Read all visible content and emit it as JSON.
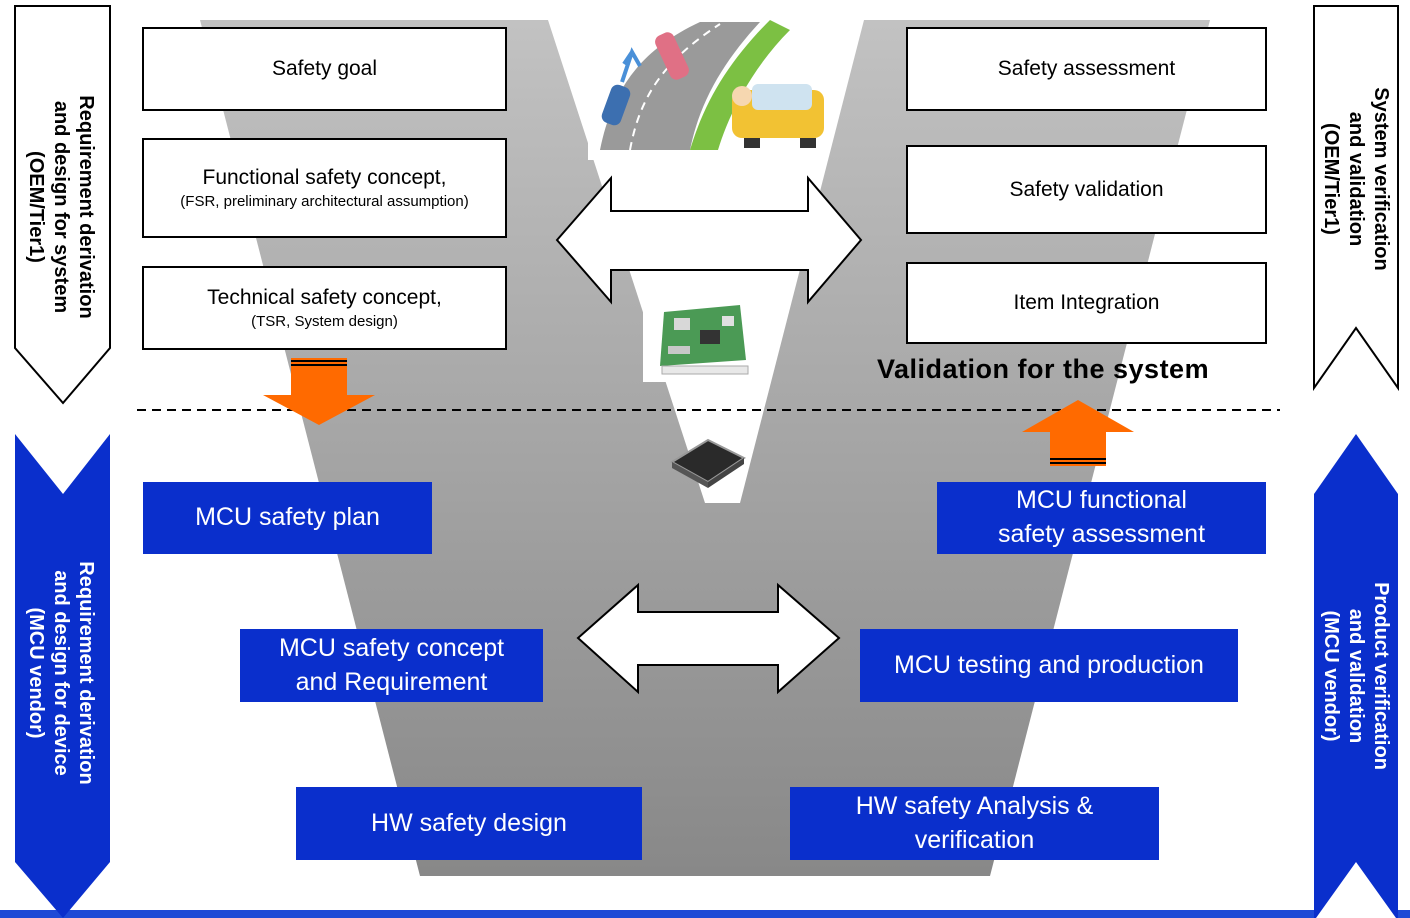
{
  "colors": {
    "blue": "#0a2fcc",
    "orange": "#ff6a00",
    "gray_top": "#bdbdbd",
    "gray_bottom": "#8c8c8c"
  },
  "system_level": {
    "left_boxes": [
      {
        "title": "Safety goal",
        "sub": ""
      },
      {
        "title": "Functional safety concept,",
        "sub": "(FSR, preliminary architectural assumption)"
      },
      {
        "title": "Technical safety concept,",
        "sub": "(TSR, System design)"
      }
    ],
    "right_boxes": [
      {
        "title": "Safety assessment"
      },
      {
        "title": "Safety validation"
      },
      {
        "title": "Item Integration"
      }
    ],
    "validation_heading": "Validation for the system"
  },
  "device_level": {
    "left_boxes": [
      {
        "lines": [
          "MCU safety plan"
        ]
      },
      {
        "lines": [
          "MCU safety concept",
          "and Requirement"
        ]
      },
      {
        "lines": [
          "HW safety design"
        ]
      }
    ],
    "right_boxes": [
      {
        "lines": [
          "MCU functional",
          "safety assessment"
        ]
      },
      {
        "lines": [
          "MCU testing and production"
        ]
      },
      {
        "lines": [
          "HW safety Analysis &",
          "verification"
        ]
      }
    ]
  },
  "side_labels": {
    "left_top": [
      "Requirement derivation",
      "and design for system",
      "(OEM/Tier1)"
    ],
    "right_top": [
      "System verification",
      "and validation",
      "(OEM/Tier1)"
    ],
    "left_bottom": [
      "Requirement derivation",
      "and design for device",
      "(MCU vendor)"
    ],
    "right_bottom": [
      "Product verification",
      "and validation",
      "(MCU vendor)"
    ]
  },
  "images": {
    "car_scene": "car-collision-illustration",
    "ecu_board": "ecu-circuit-board",
    "mcu_chip": "mcu-chip"
  }
}
